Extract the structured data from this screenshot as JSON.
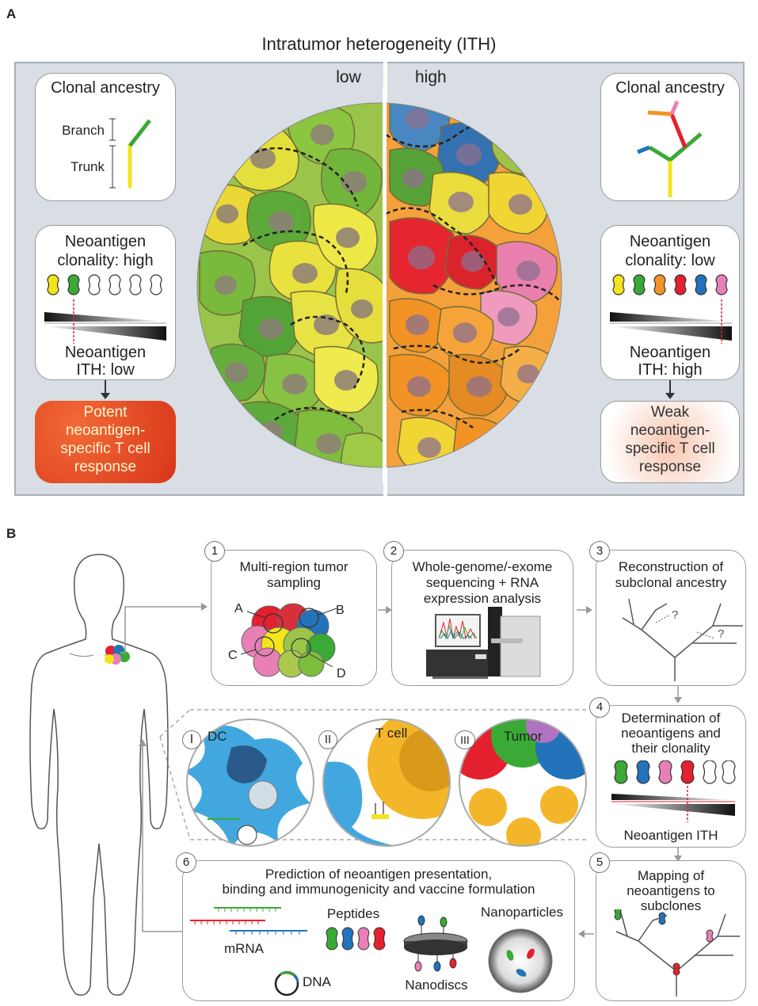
{
  "panelA": {
    "letter": "A",
    "title": "Intratumor heterogeneity (ITH)",
    "low_label": "low",
    "high_label": "high",
    "left": {
      "ancestry_title": "Clonal ancestry",
      "branch_label": "Branch",
      "trunk_label": "Trunk",
      "clonality_line1": "Neoantigen",
      "clonality_line2": "clonality: high",
      "ith_line1": "Neoantigen",
      "ith_line2": "ITH: low",
      "response": [
        "Potent",
        "neoantigen-",
        "specific T cell",
        "response"
      ]
    },
    "right": {
      "ancestry_title": "Clonal ancestry",
      "clonality_line1": "Neoantigen",
      "clonality_line2": "clonality: low",
      "ith_line1": "Neoantigen",
      "ith_line2": "ITH: high",
      "response": [
        "Weak",
        "neoantigen-",
        "specific T cell",
        "response"
      ]
    }
  },
  "panelB": {
    "letter": "B",
    "step1": {
      "num": "1",
      "title_line1": "Multi-region tumor",
      "title_line2": "sampling",
      "regions": [
        "A",
        "B",
        "C",
        "D"
      ]
    },
    "step2": {
      "num": "2",
      "line1": "Whole-genome/-exome",
      "line2": "sequencing + RNA",
      "line3": "expression analysis"
    },
    "step3": {
      "num": "3",
      "line1": "Reconstruction of",
      "line2": "subclonal ancestry",
      "question": "?"
    },
    "step4": {
      "num": "4",
      "line1": "Determination of",
      "line2": "neoantigens and",
      "line3": "their clonality",
      "bottom": "Neoantigen ITH"
    },
    "step5": {
      "num": "5",
      "line1": "Mapping of",
      "line2": "neoantigens to",
      "line3": "subclones"
    },
    "step6": {
      "num": "6",
      "line1": "Prediction of neoantigen presentation,",
      "line2": "binding and immunogenicity and vaccine formulation",
      "mrna": "mRNA",
      "peptides": "Peptides",
      "nanodiscs": "Nanodiscs",
      "nanoparticles": "Nanoparticles",
      "dna": "DNA"
    },
    "circles": [
      {
        "num": "I",
        "label": "DC"
      },
      {
        "num": "II",
        "label": "T cell"
      },
      {
        "num": "III",
        "label": "Tumor"
      }
    ]
  },
  "colors": {
    "yellow": "#f2e51c",
    "green": "#3aa935",
    "orange": "#f39325",
    "red": "#e5202e",
    "blue": "#2273b9",
    "pink": "#e87fb5",
    "grey_bg": "#d8dee3",
    "potent": "#e84a1c",
    "weak": "#f4b49a"
  }
}
